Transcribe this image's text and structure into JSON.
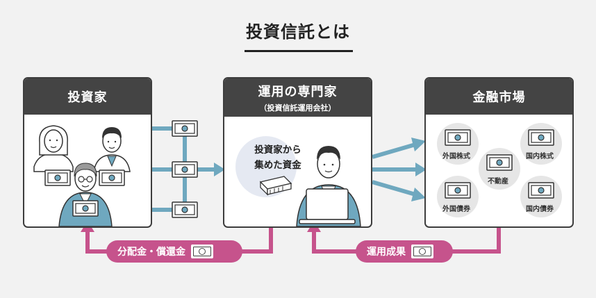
{
  "title": "投資信託とは",
  "investors": {
    "title": "投資家"
  },
  "manager": {
    "title": "運用の専門家",
    "subtitle": "（投資信託運用会社）",
    "fund_line1": "投資家から",
    "fund_line2": "集めた資金"
  },
  "market": {
    "title": "金融市場",
    "items": [
      "外国株式",
      "国内株式",
      "不動産",
      "外国債券",
      "国内債券"
    ]
  },
  "flows": {
    "distribution": "分配金・償還金",
    "result": "運用成果"
  },
  "colors": {
    "header": "#444444",
    "arrow_blue": "#6fa8bf",
    "flow_pink": "#c6538c",
    "circle_gray": "#e6e6e6"
  },
  "icons": {
    "bill": "banknote-icon",
    "money_stack": "money-stack-icon",
    "laptop": "laptop-icon"
  }
}
